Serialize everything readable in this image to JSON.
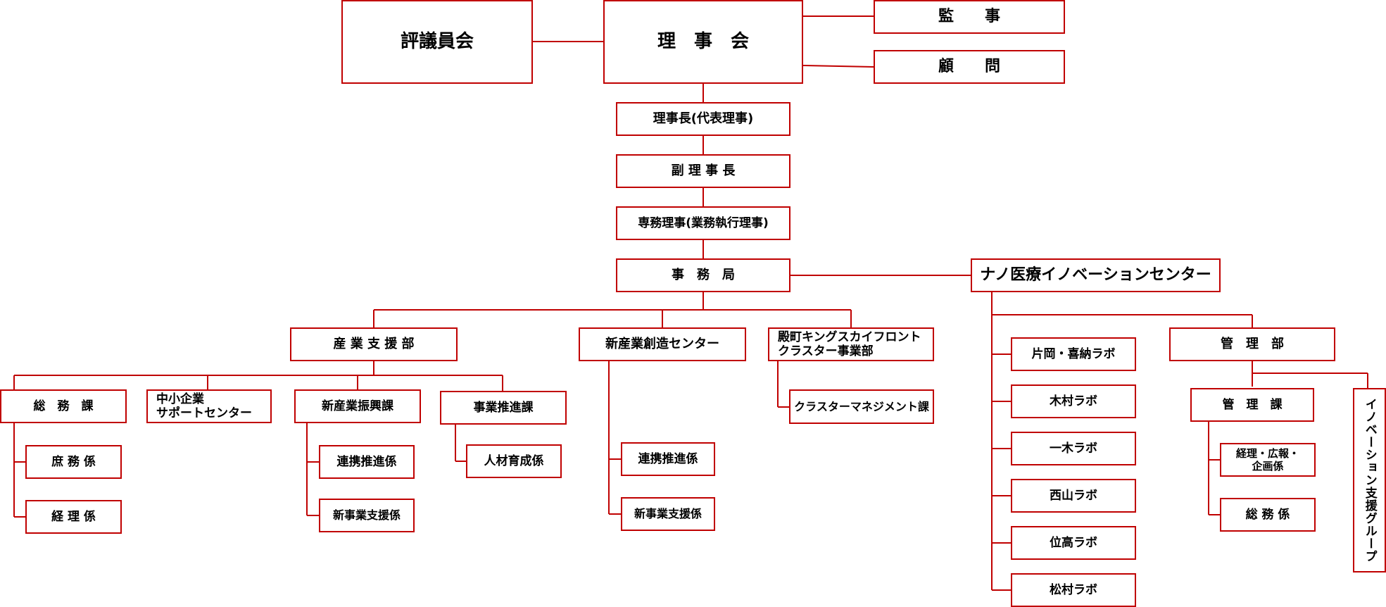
{
  "org_chart": {
    "board": "理　事　会",
    "councillors": "評議員会",
    "auditor": "監　　事",
    "advisor": "顧　　問",
    "chairman": "理事長(代表理事)",
    "vice_chairman": "副 理 事 長",
    "managing_director": "専務理事(業務執行理事)",
    "secretariat": "事　務　局",
    "nano_center": "ナノ医療イノベーションセンター",
    "industry_support": "産 業 支 援 部",
    "new_industry_center": "新産業創造センター",
    "cluster_division": "殿町キングスカイフロント\nクラスター事業部",
    "cluster_management": "クラスターマネジメント課",
    "general_affairs_section": "総　務　課",
    "sme_support_center": "中小企業\nサポートセンター",
    "new_industry_promotion": "新産業振興課",
    "business_promotion": "事業推進課",
    "clerical_unit": "庶 務 係",
    "accounting_unit": "経 理 係",
    "collab_promotion_unit": "連携推進係",
    "new_business_unit": "新事業支援係",
    "hr_dev_unit": "人材育成係",
    "center_collab_unit": "連携推進係",
    "center_new_business_unit": "新事業支援係",
    "lab_kataoka": "片岡・喜納ラボ",
    "lab_kimura": "木村ラボ",
    "lab_ichiki": "一木ラボ",
    "lab_nishiyama": "西山ラボ",
    "lab_itaka": "位高ラボ",
    "lab_matsumura": "松村ラボ",
    "admin_division": "管　理　部",
    "admin_section": "管　理　課",
    "accounting_pr_unit": "経理・広報・\n企画係",
    "admin_general_unit": "総 務 係",
    "innovation_support_group": "イノベーション支援グループ"
  },
  "colors": {
    "line": "#c00000",
    "text": "#000000",
    "background": "#ffffff"
  }
}
